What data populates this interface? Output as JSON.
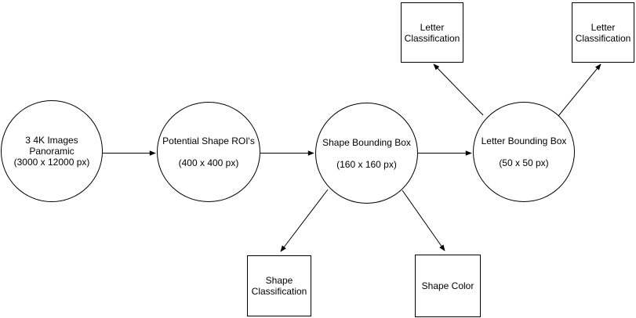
{
  "diagram": {
    "background_color": "#ffffff",
    "stroke_color": "#000000",
    "text_color": "#000000",
    "nodes": {
      "panoramic_images": {
        "shape": "ellipse",
        "label": "3 4K Images\nPanoramic\n(3000 x 12000 px)"
      },
      "potential_shape_rois": {
        "shape": "ellipse",
        "label": "Potential Shape ROI's\n\n(400 x 400 px)"
      },
      "shape_bounding_box": {
        "shape": "ellipse",
        "label": "Shape Bounding Box\n\n(160 x 160 px)"
      },
      "letter_bounding_box": {
        "shape": "ellipse",
        "label": "Letter Bounding Box\n\n(50 x 50 px)"
      },
      "letter_classification_left": {
        "shape": "rectangle",
        "label": "Letter\nClassification"
      },
      "letter_classification_right": {
        "shape": "rectangle",
        "label": "Letter\nClassification"
      },
      "shape_classification": {
        "shape": "rectangle",
        "label": "Shape\nClassification"
      },
      "shape_color": {
        "shape": "rectangle",
        "label": "Shape Color"
      }
    },
    "edges": [
      {
        "from": "panoramic_images",
        "to": "potential_shape_rois"
      },
      {
        "from": "potential_shape_rois",
        "to": "shape_bounding_box"
      },
      {
        "from": "shape_bounding_box",
        "to": "letter_bounding_box"
      },
      {
        "from": "shape_bounding_box",
        "to": "shape_classification"
      },
      {
        "from": "shape_bounding_box",
        "to": "shape_color"
      },
      {
        "from": "letter_bounding_box",
        "to": "letter_classification_left"
      },
      {
        "from": "letter_bounding_box",
        "to": "letter_classification_right"
      }
    ]
  }
}
